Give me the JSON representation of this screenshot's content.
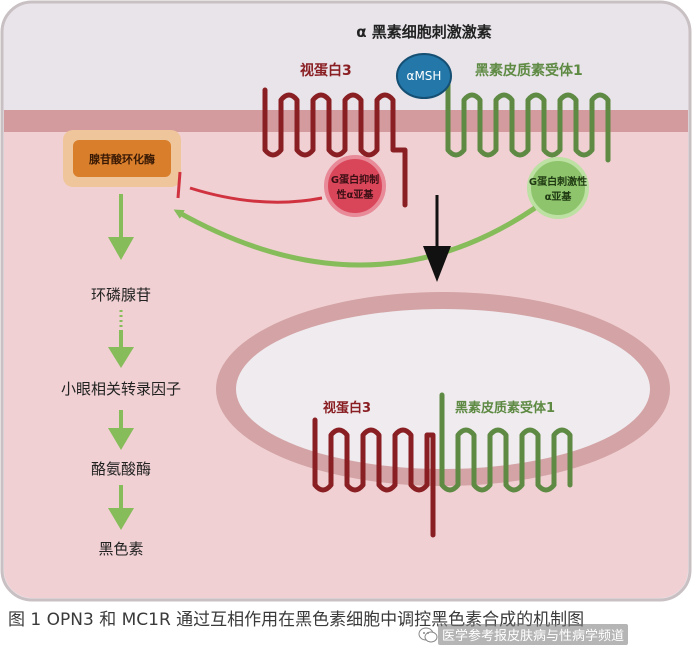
{
  "colors": {
    "outer_bg": "#e8e4ea",
    "cell": "#f0d0d3",
    "cell_border": "#c8c0c2",
    "membrane": "#d39b9d",
    "organelle_ring": "#d3a3a5",
    "organelle_inner": "#efebef",
    "opn3": "#8a1f23",
    "mc1r": "#5e8a43",
    "green_arrow": "#86bc5a",
    "inhibit": "#d0333f",
    "enzyme": "#d97f2c",
    "msh": "#2377a9"
  },
  "diagram": {
    "top_label": "α 黑素细胞刺激激素",
    "opn3_label_top": "视蛋白3",
    "mc1r_label_top": "黑素皮质素受体1",
    "msh_label": "αMSH",
    "enzyme_label": "腺苷酸环化酶",
    "gi_label": [
      "G蛋白抑制",
      "性α亚基"
    ],
    "gs_label": [
      "G蛋白刺激性",
      "α亚基"
    ],
    "opn3_label_bottom": "视蛋白3",
    "mc1r_label_bottom": "黑素皮质素受体1",
    "pathway": [
      "环磷腺苷",
      "小眼相关转录因子",
      "酪氨酸酶",
      "黑色素"
    ]
  },
  "caption": "图 1  OPN3 和 MC1R 通过互相作用在黑色素细胞中调控黑色素合成的机制图",
  "watermark": "医学参考报皮肤病与性病学频道",
  "watermark_icon": "wechat-icon"
}
